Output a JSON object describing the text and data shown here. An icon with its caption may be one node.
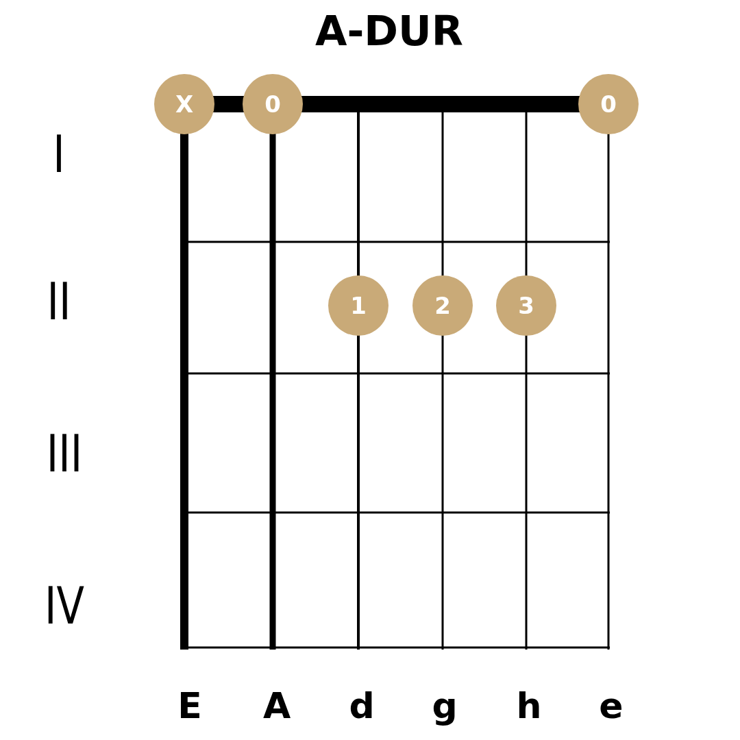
{
  "diagram": {
    "title": "A-DUR",
    "nodes": [
      {
        "text": [
          "X"
        ]
      },
      {
        "text": [
          "0"
        ]
      },
      {
        "text": [
          "0"
        ]
      },
      {
        "text": [
          "1"
        ]
      },
      {
        "text": [
          "2"
        ]
      },
      {
        "text": [
          "3"
        ]
      }
    ],
    "labels": [
      "I",
      "II",
      "III",
      "IV",
      "E",
      "A",
      "d",
      "g",
      "h",
      "e"
    ]
  }
}
